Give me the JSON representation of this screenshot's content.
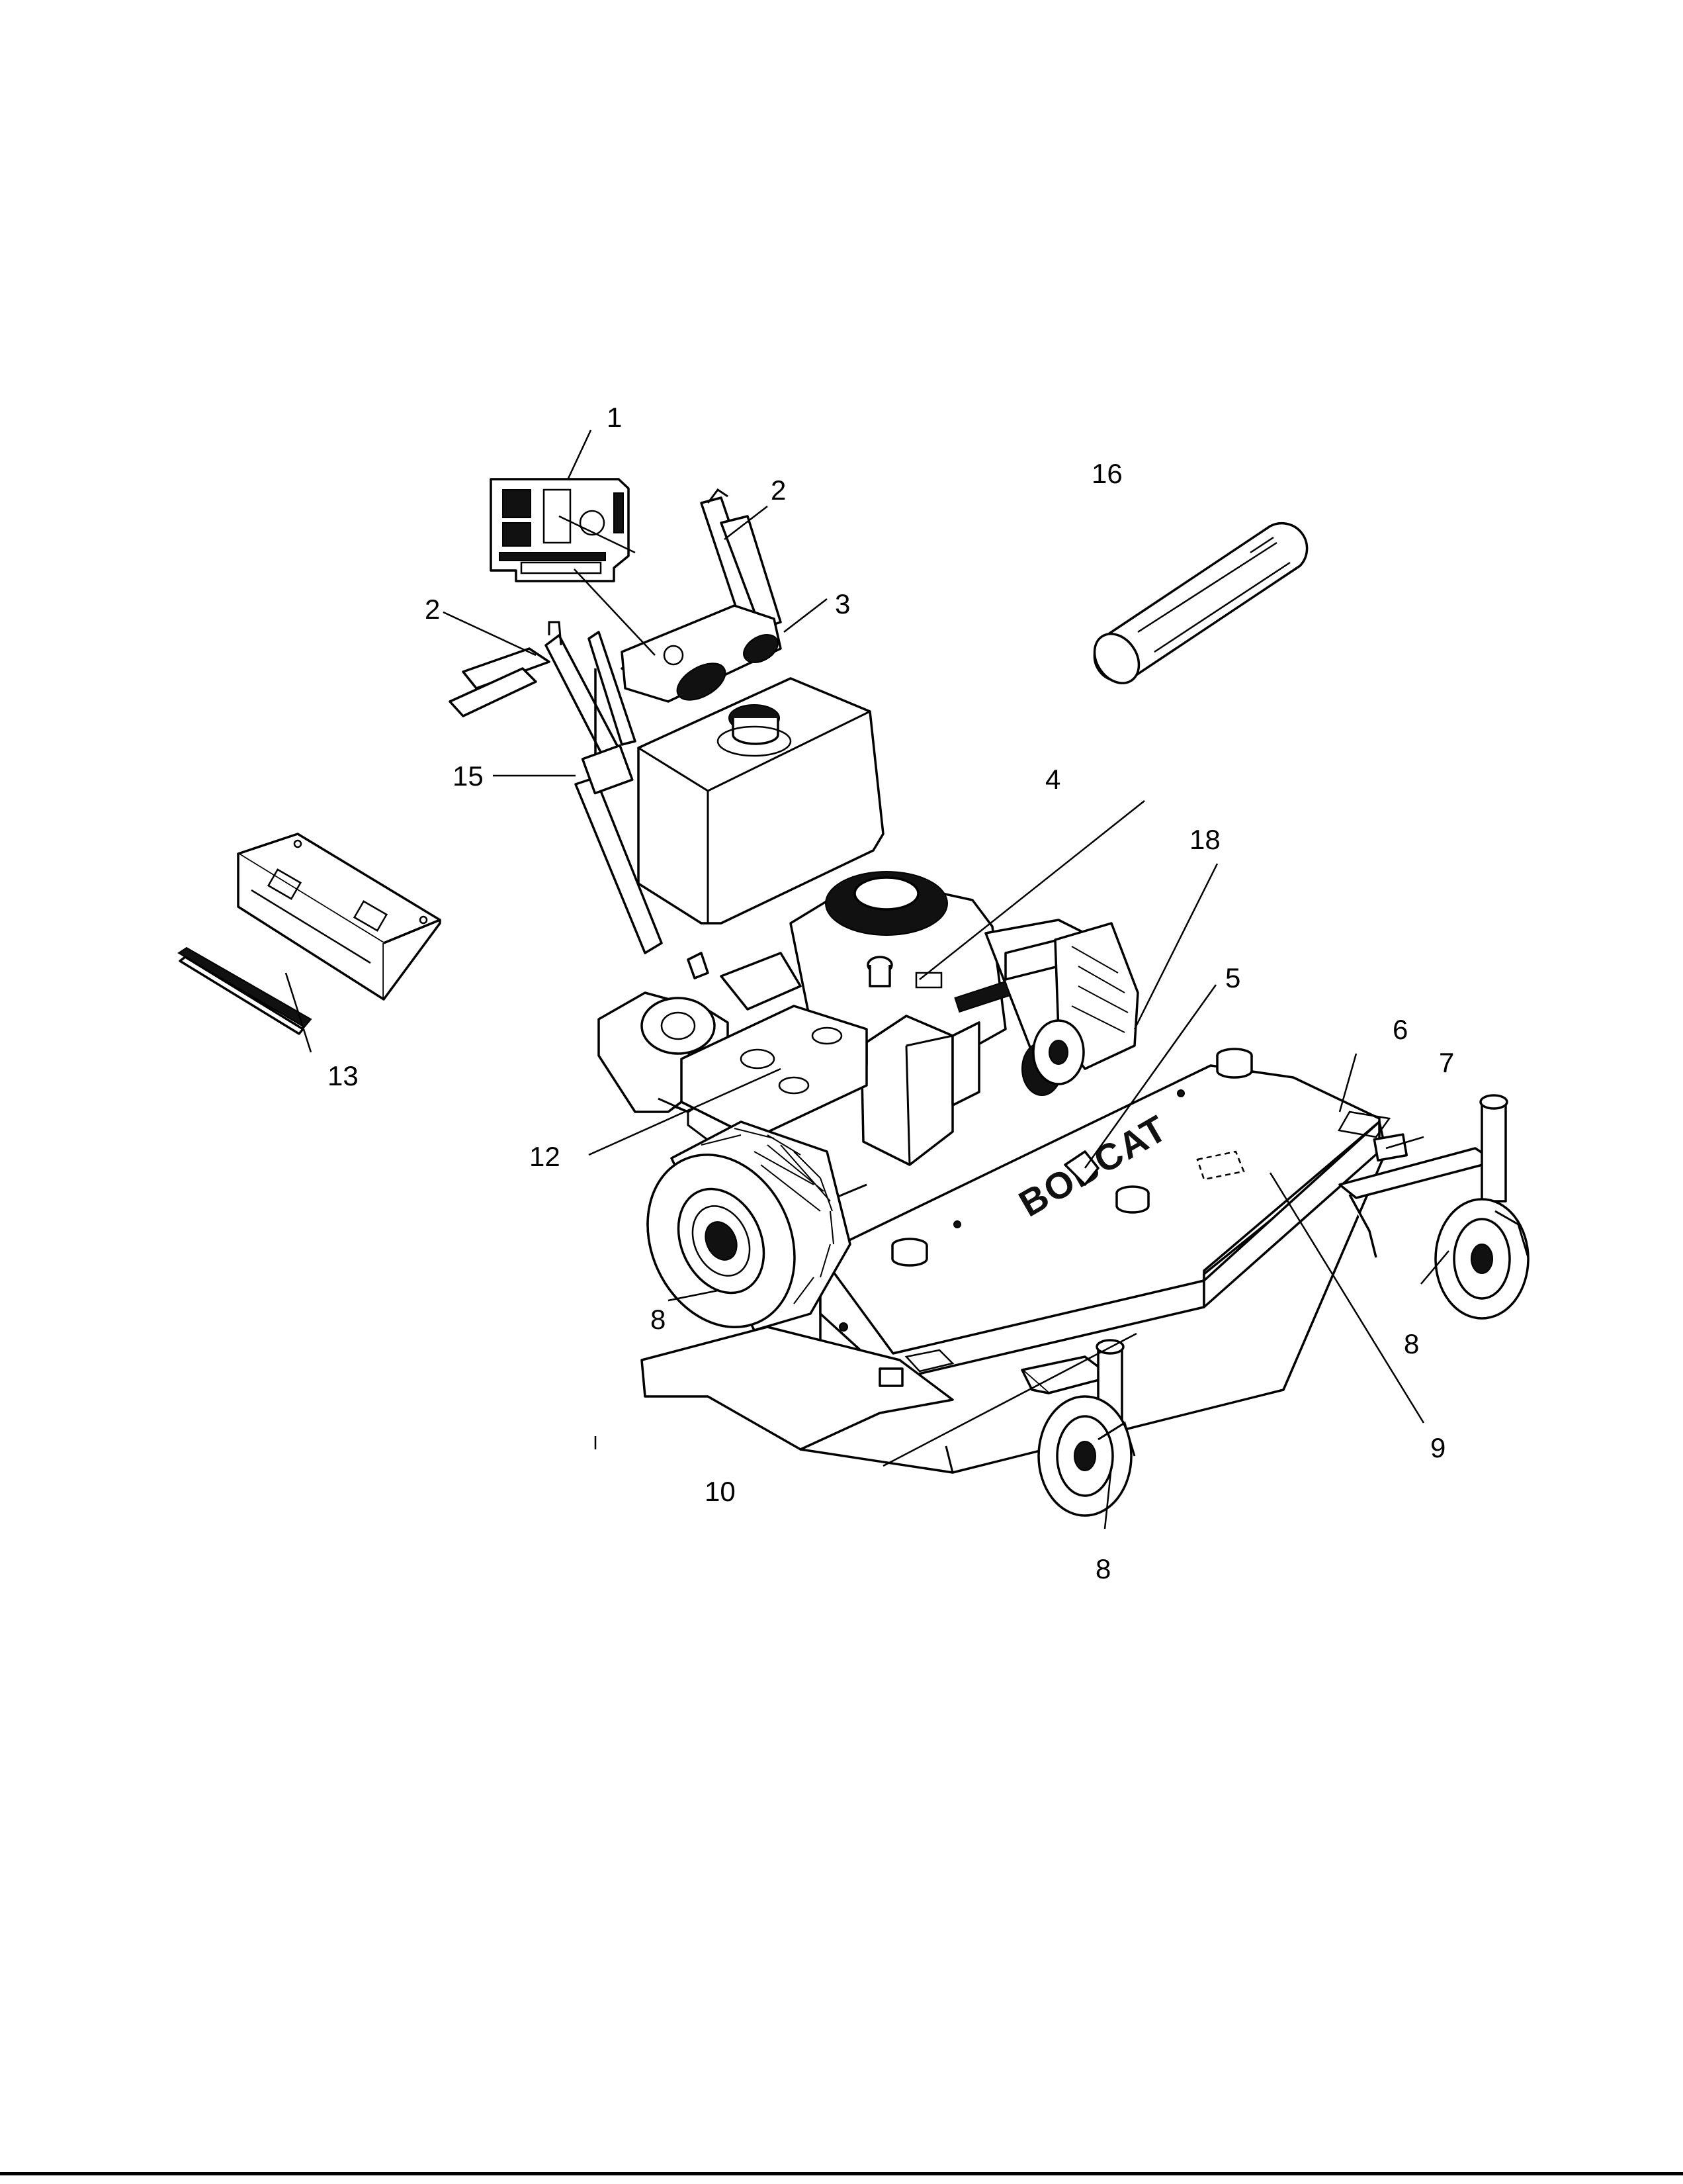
{
  "diagram": {
    "callouts": [
      "1",
      "2",
      "2",
      "3",
      "4",
      "5",
      "6",
      "7",
      "8",
      "8",
      "8",
      "9",
      "10",
      "12",
      "13",
      "15",
      "16",
      "18"
    ],
    "deck_logo_text": "BOBCAT"
  }
}
